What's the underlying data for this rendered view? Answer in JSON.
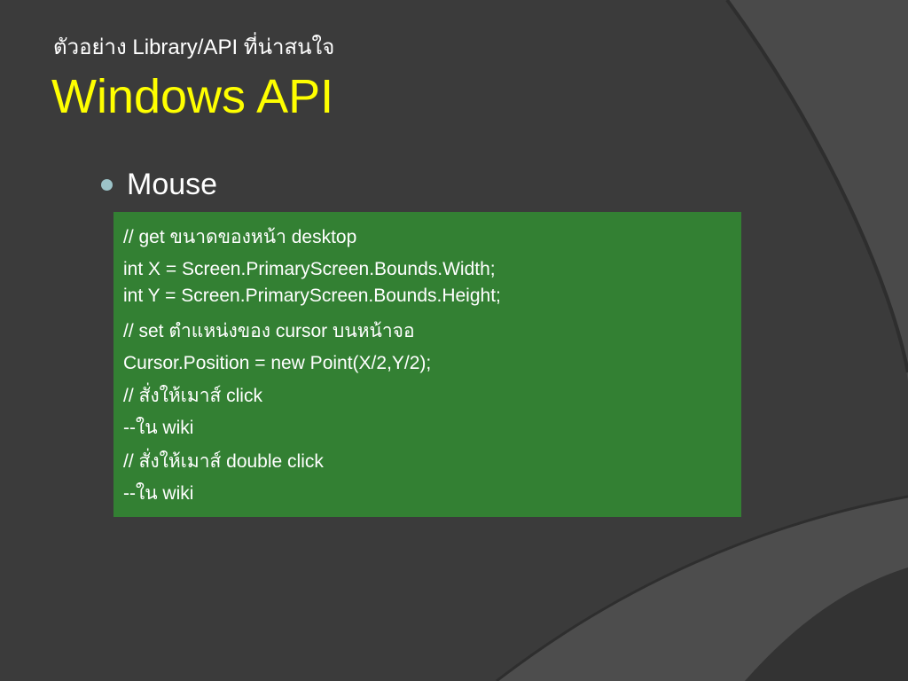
{
  "slide": {
    "subtitle": "ตัวอย่าง Library/API ที่น่าสนใจ",
    "title": "Windows API",
    "bullet": "Mouse",
    "code_lines": [
      "// get ขนาดของหน้า desktop",
      "int X = Screen.PrimaryScreen.Bounds.Width;",
      "int Y = Screen.PrimaryScreen.Bounds.Height;",
      "// set ตำแหน่งของ cursor บนหน้าจอ",
      "Cursor.Position = new Point(X/2,Y/2);",
      "// สั่งให้เมาส์ click",
      "--ใน wiki",
      "// สั่งให้เมาส์ double click",
      "--ใน wiki"
    ]
  },
  "colors": {
    "background": "#3b3b3b",
    "title": "#ffff00",
    "text": "#ffffff",
    "code_box": "#338033",
    "bullet": "#9cc3c8"
  }
}
